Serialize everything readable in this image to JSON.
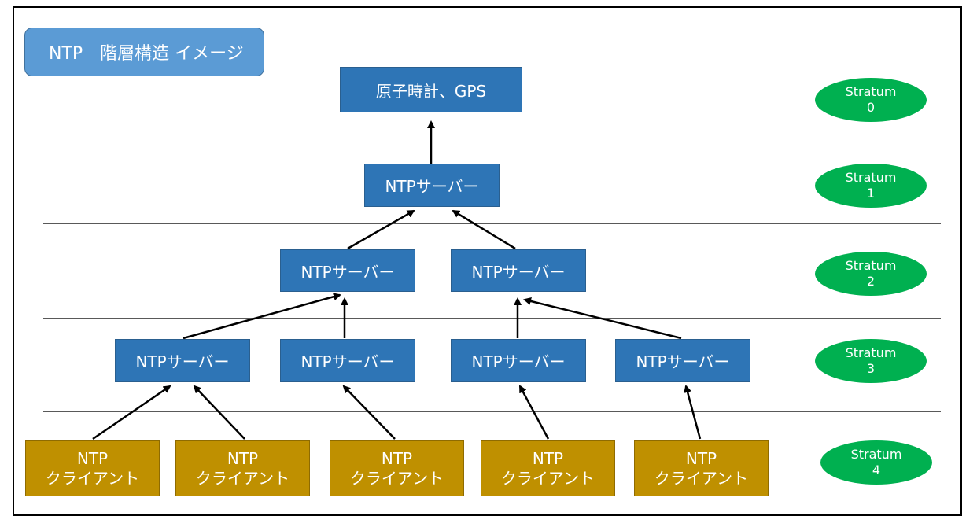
{
  "title": "NTP　階層構造 イメージ",
  "source": "原子時計、GPS",
  "server_label": "NTPサーバー",
  "client": {
    "line1": "NTP",
    "line2": "クライアント"
  },
  "strata": [
    {
      "label": "Stratum",
      "num": "0"
    },
    {
      "label": "Stratum",
      "num": "1"
    },
    {
      "label": "Stratum",
      "num": "2"
    },
    {
      "label": "Stratum",
      "num": "3"
    },
    {
      "label": "Stratum",
      "num": "4"
    }
  ],
  "colors": {
    "server": "#2e75b6",
    "client": "#bf9000",
    "stratum": "#00b050",
    "title": "#5b9bd5"
  }
}
